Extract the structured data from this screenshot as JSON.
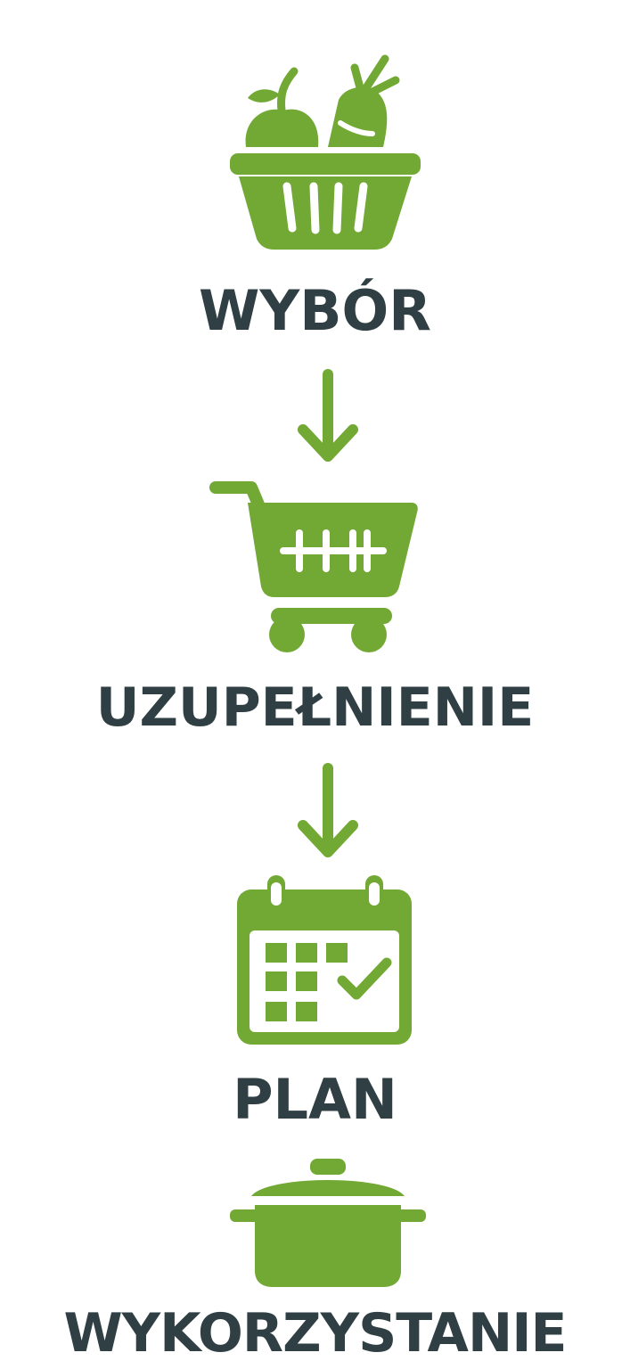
{
  "colors": {
    "accent": "#72a834",
    "text": "#2f3f44",
    "background": "#ffffff"
  },
  "steps": [
    {
      "label": "WYBÓR",
      "icon": "basket-with-vegetables-icon"
    },
    {
      "label": "UZUPEŁNIENIE",
      "icon": "shopping-cart-icon"
    },
    {
      "label": "PLAN",
      "icon": "calendar-check-icon"
    },
    {
      "label": "WYKORZYSTANIE",
      "icon": "cooking-pot-icon"
    }
  ],
  "connectors": [
    {
      "icon": "arrow-down-icon"
    },
    {
      "icon": "arrow-down-icon"
    }
  ]
}
